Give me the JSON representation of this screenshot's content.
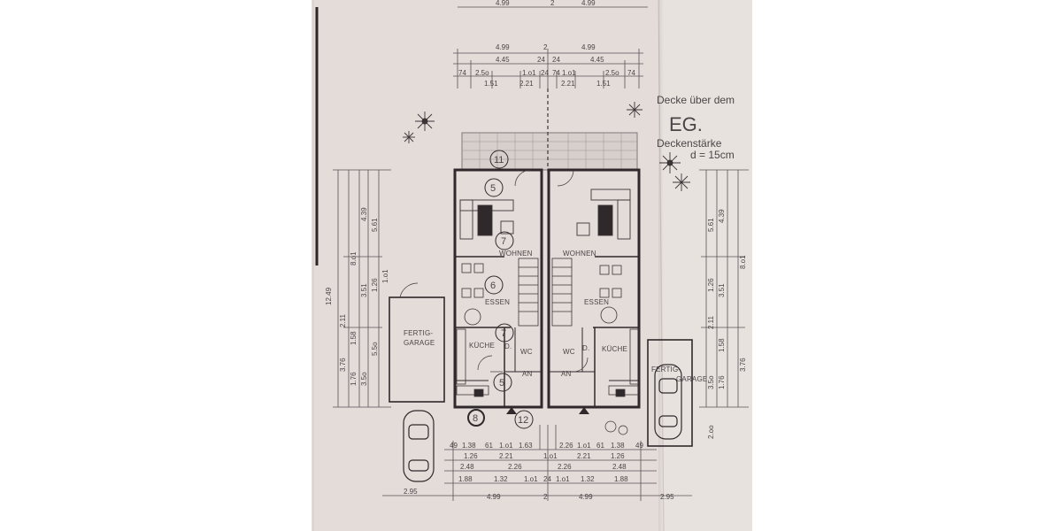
{
  "title": {
    "line1": "Decke über dem",
    "line2": "EG.",
    "line3": "Deckenstärke",
    "line4": "d = 15cm"
  },
  "rooms": {
    "wohnen_left": "WOHNEN",
    "wohnen_right": "WOHNEN",
    "essen_left": "ESSEN",
    "essen_right": "ESSEN",
    "kueche_left": "KÜCHE",
    "kueche_right": "KÜCHE",
    "wc_left": "WC",
    "wc_right": "WC",
    "d_left": "D.",
    "d_right": "D.",
    "an_left": "AN",
    "an_right": "AN",
    "garage_left_1": "FERTIG-",
    "garage_left_2": "GARAGE",
    "garage_right_1": "FERTIG-",
    "garage_right_2": "GARAGE"
  },
  "markers": [
    "11",
    "5",
    "7",
    "6",
    "7",
    "5",
    "8",
    "12"
  ],
  "top_dims": {
    "row0": [
      "4.99",
      "2",
      "4.99"
    ],
    "row1": [
      "4.99",
      "2",
      "4.99"
    ],
    "row2": [
      "4.45",
      "24",
      "24",
      "4.45"
    ],
    "row3a": [
      "74",
      "2.5o",
      "1.o1",
      "24",
      "74",
      "1.o1",
      "2.5o",
      "74"
    ],
    "row3b": [
      "1.51",
      "2.21",
      "2.21",
      "1.51"
    ]
  },
  "bottom_dims": {
    "row1": [
      "49",
      "1.38",
      "61",
      "1.o1",
      "1.63",
      "2.26",
      "1.o1",
      "61",
      "1.38",
      "49"
    ],
    "row2": [
      "1.26",
      "2.21",
      "1.o1",
      "2.21",
      "1.26"
    ],
    "row3": [
      "2.48",
      "2.26",
      "2.26",
      "2.48"
    ],
    "row4": [
      "1.88",
      "1.32",
      "1.o1",
      "24",
      "1.o1",
      "1.32",
      "1.88"
    ],
    "row5": [
      "2.95",
      "4.99",
      "2",
      "4.99",
      "2.95"
    ]
  },
  "left_dims": [
    "12.49",
    "8.o1",
    "4.39",
    "5.61",
    "3.51",
    "1.26",
    "1.58",
    "5.5o",
    "3.76",
    "1.76",
    "3.5o",
    "2.11",
    "1.o1"
  ],
  "right_dims": [
    "5.61",
    "4.39",
    "8.o1",
    "1.26",
    "3.51",
    "2.11",
    "1.58",
    "3.76",
    "3.5o",
    "1.76",
    "2.oo"
  ]
}
